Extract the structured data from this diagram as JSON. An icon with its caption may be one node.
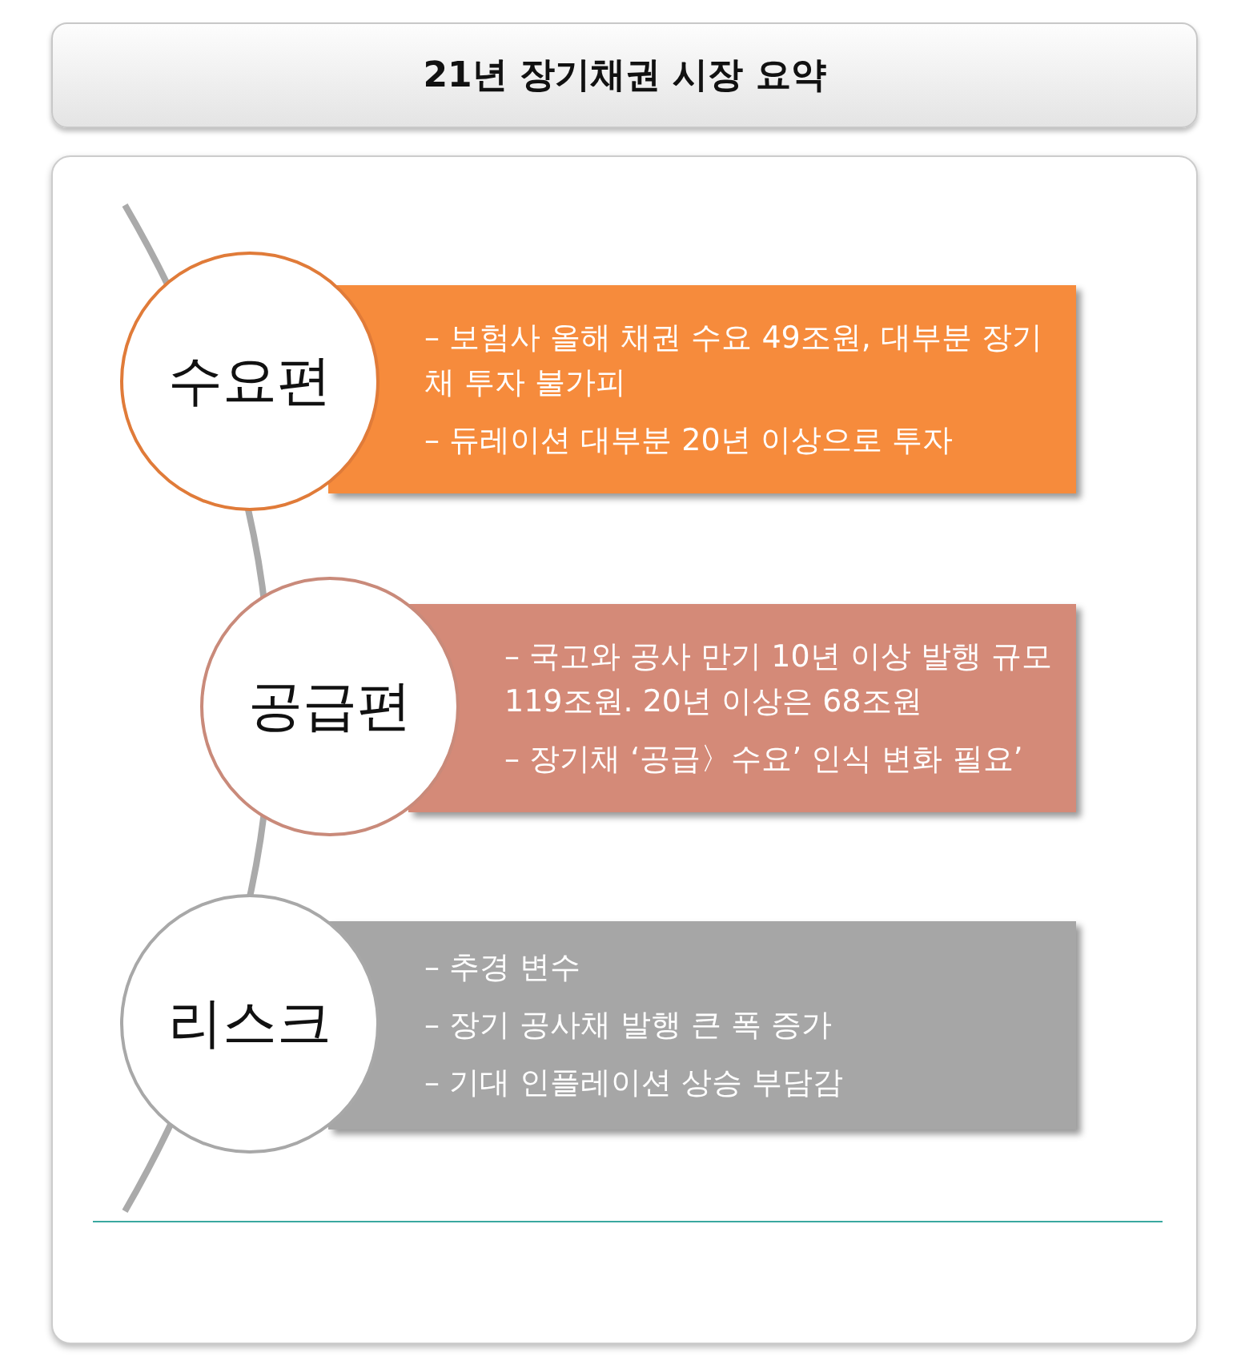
{
  "diagram": {
    "title": "21년 장기채권 시장 요약",
    "nodes": [
      {
        "text": [
          "수요편"
        ]
      },
      {
        "text": [
          "– 보험사 올해 채권 수요 49조원, 대부분 장기채 투자 불가피",
          "– 듀레이션 대부분 20년 이상으로 투자"
        ]
      },
      {
        "text": [
          "공급편"
        ]
      },
      {
        "text": [
          "– 국고와 공사 만기 10년 이상 발행 규모 119조원. 20년 이상은 68조원",
          "– 장기채 ‘공급〉수요’ 인식 변화 필요’"
        ]
      },
      {
        "text": [
          "리스크"
        ]
      },
      {
        "text": [
          "– 추경 변수",
          "– 장기 공사채 발행 큰 폭 증가",
          "– 기대 인플레이션 상승 부담감"
        ]
      }
    ]
  }
}
